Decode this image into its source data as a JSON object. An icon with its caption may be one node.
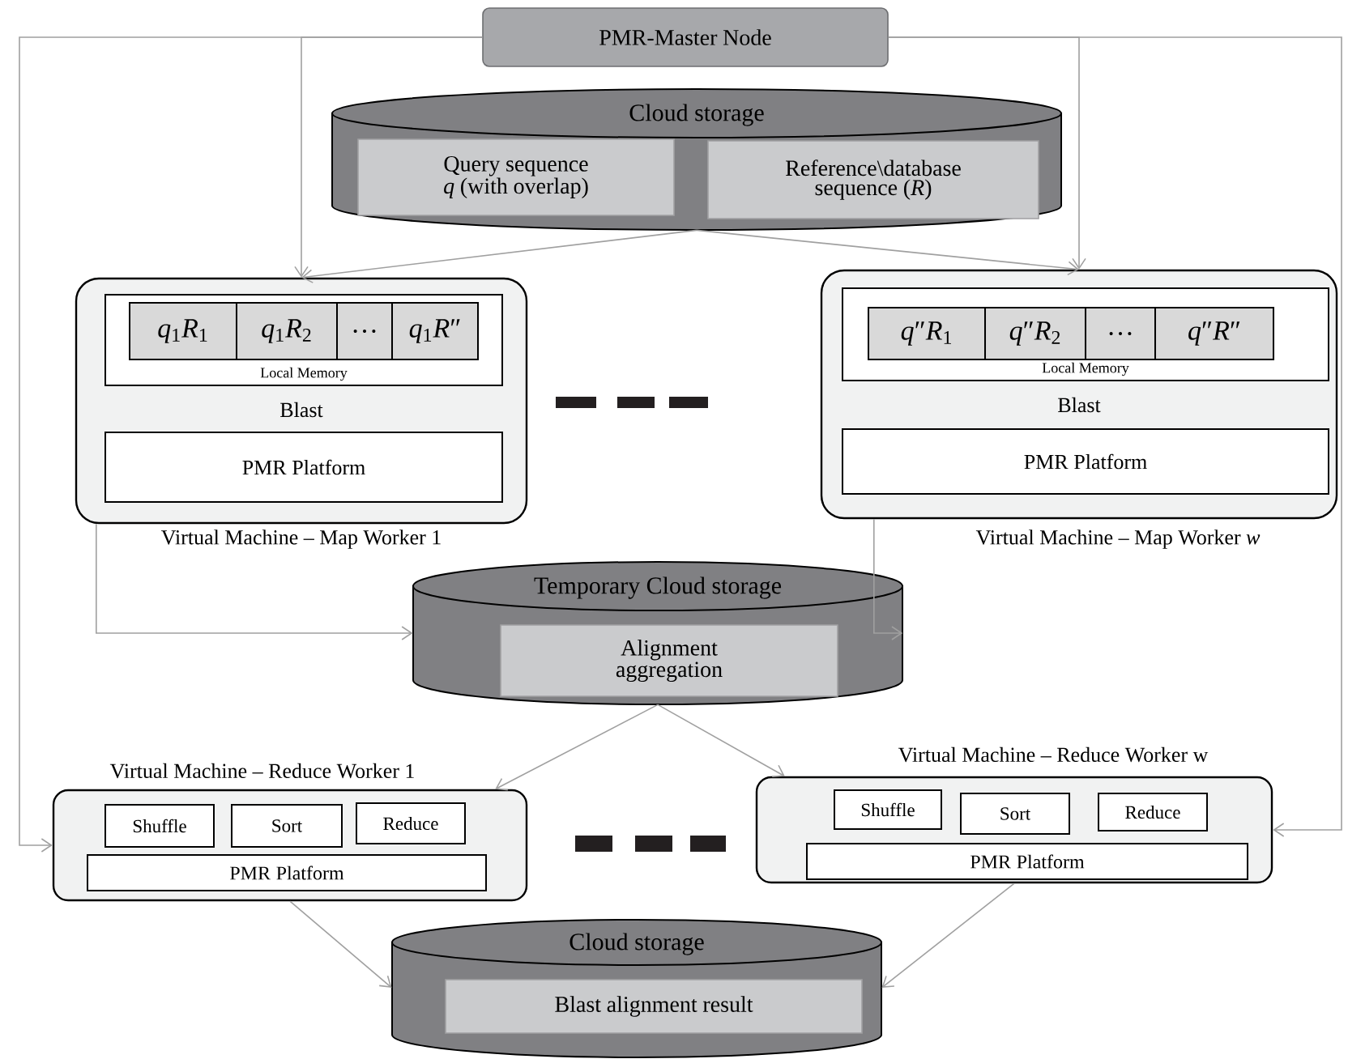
{
  "diagram": {
    "nodes": [
      {
        "text": [
          "PMR-Master Node"
        ]
      },
      {
        "text": [
          "Cloud storage"
        ]
      },
      {
        "text": [
          "Query sequence *q* (with overlap)"
        ],
        "in": 1
      },
      {
        "text": [
          "Reference\\database sequence (*R*)"
        ],
        "in": 1
      },
      {
        "text": [
          "Blast"
        ],
        "beside": [
          "Virtual Machine – Map Worker 1"
        ]
      },
      {
        "text": [
          "Local Memory"
        ],
        "in": 4
      },
      {
        "text": [
          "*q*$_{1}$*R*$_{1}$"
        ],
        "in": 5
      },
      {
        "text": [
          "*q*$_{1}$*R*$_{2}$"
        ],
        "in": 5
      },
      {
        "text": [
          "…"
        ],
        "in": 5
      },
      {
        "text": [
          "*q*$_{1}$*R*″"
        ],
        "in": 5
      },
      {
        "text": [
          "PMR Platform"
        ],
        "in": 4
      },
      {
        "text": [
          "Blast"
        ],
        "beside": [
          "Virtual Machine – Map Worker *w*"
        ]
      },
      {
        "text": [
          "Local Memory"
        ],
        "in": 11
      },
      {
        "text": [
          "*q*″*R*$_{1}$"
        ],
        "in": 12
      },
      {
        "text": [
          "*q*″*R*$_{2}$"
        ],
        "in": 12
      },
      {
        "text": [
          "…"
        ],
        "in": 12
      },
      {
        "text": [
          "*q*″*R*″"
        ],
        "in": 12
      },
      {
        "text": [
          "PMR Platform"
        ],
        "in": 11
      },
      {
        "text": [
          "Temporary Cloud storage"
        ]
      },
      {
        "text": [
          "Alignment aggregation"
        ],
        "in": 18
      },
      {
        "text": [],
        "shape": "box",
        "beside": [
          "Virtual Machine – Reduce Worker 1"
        ]
      },
      {
        "text": [
          "Shuffle"
        ],
        "in": 20
      },
      {
        "text": [
          "Sort"
        ],
        "in": 20
      },
      {
        "text": [
          "Reduce"
        ],
        "in": 20
      },
      {
        "text": [
          "PMR Platform"
        ],
        "in": 20
      },
      {
        "text": [],
        "shape": "box",
        "beside": [
          "Virtual Machine – Reduce Worker w"
        ]
      },
      {
        "text": [
          "Shuffle"
        ],
        "in": 25
      },
      {
        "text": [
          "Sort"
        ],
        "in": 25
      },
      {
        "text": [
          "Reduce"
        ],
        "in": 25
      },
      {
        "text": [
          "PMR Platform"
        ],
        "in": 25
      },
      {
        "text": [
          "Cloud storage"
        ]
      },
      {
        "text": [
          "Blast alignment result"
        ],
        "in": 30
      }
    ],
    "edges": [
      {
        "from": 0,
        "to": 4,
        "arrow": "to"
      },
      {
        "from": 0,
        "to": 11,
        "arrow": "to"
      },
      {
        "from": 0,
        "to": 20,
        "arrow": "to"
      },
      {
        "from": 0,
        "to": 25,
        "arrow": "to"
      },
      {
        "from": 1,
        "to": 4,
        "arrow": "to"
      },
      {
        "from": 1,
        "to": 11,
        "arrow": "to"
      },
      {
        "from": 4,
        "to": 18,
        "arrow": "to"
      },
      {
        "from": 11,
        "to": 18,
        "arrow": "to"
      },
      {
        "from": 18,
        "to": 20,
        "arrow": "to"
      },
      {
        "from": 18,
        "to": 25,
        "arrow": "to"
      },
      {
        "from": 20,
        "to": 30,
        "arrow": "to"
      },
      {
        "from": 25,
        "to": 30,
        "arrow": "to"
      }
    ]
  }
}
